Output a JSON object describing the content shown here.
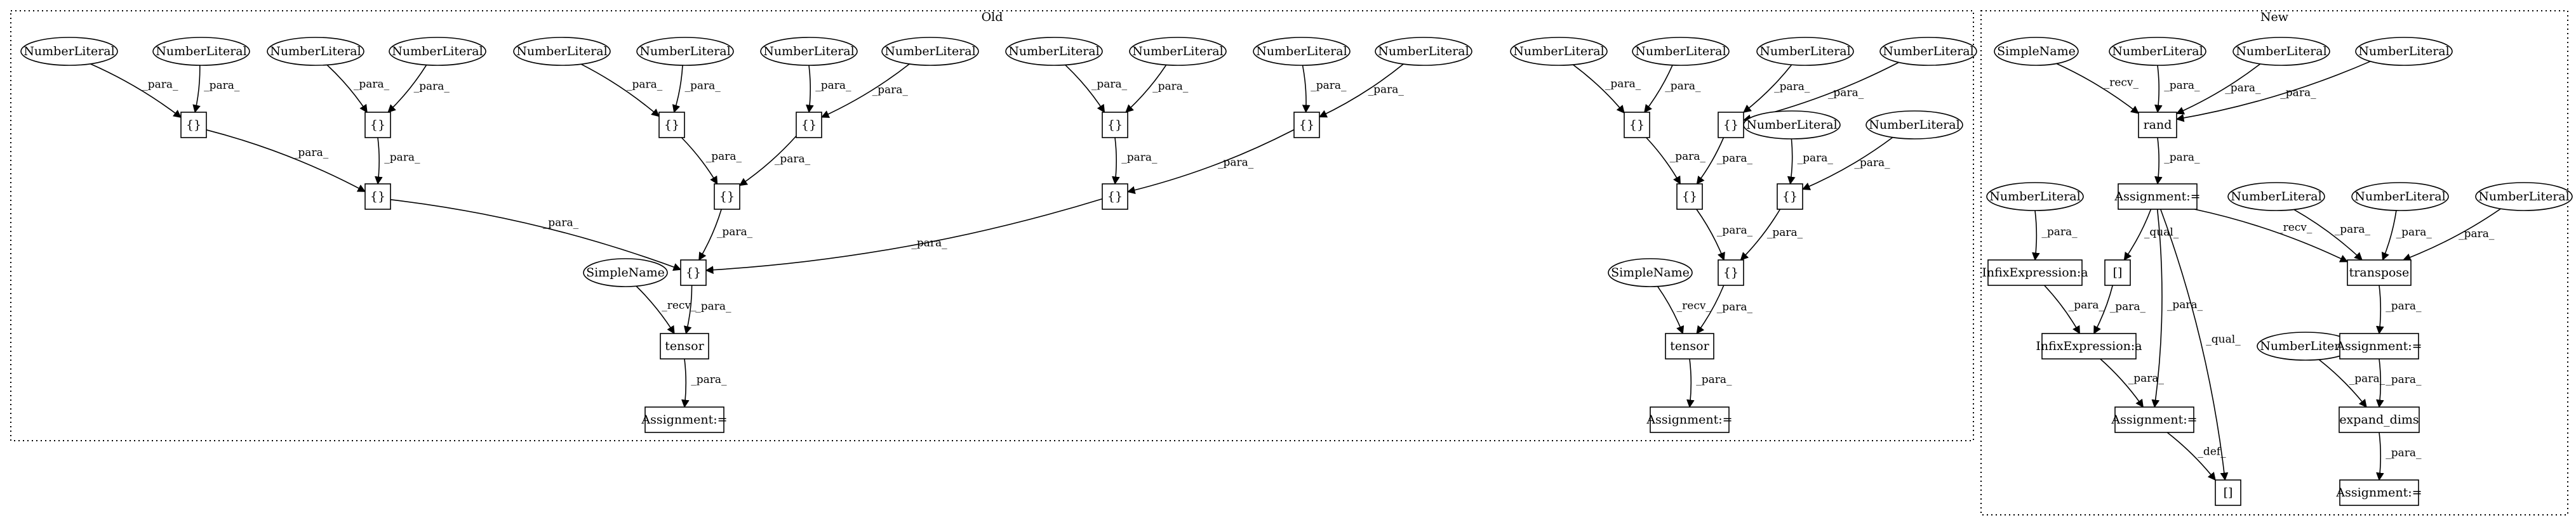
{
  "clusters": [
    {
      "id": "old",
      "label": "Old"
    },
    {
      "id": "new",
      "label": "New"
    }
  ],
  "nodes": [
    {
      "id": "o_nl1",
      "label": "NumberLiteral"
    },
    {
      "id": "o_nl2",
      "label": "NumberLiteral"
    },
    {
      "id": "o_nl3",
      "label": "NumberLiteral"
    },
    {
      "id": "o_nl4",
      "label": "NumberLiteral"
    },
    {
      "id": "o_nl5",
      "label": "NumberLiteral"
    },
    {
      "id": "o_nl6",
      "label": "NumberLiteral"
    },
    {
      "id": "o_nl7",
      "label": "NumberLiteral"
    },
    {
      "id": "o_nl8",
      "label": "NumberLiteral"
    },
    {
      "id": "o_nl9",
      "label": "NumberLiteral"
    },
    {
      "id": "o_nl10",
      "label": "NumberLiteral"
    },
    {
      "id": "o_nl11",
      "label": "NumberLiteral"
    },
    {
      "id": "o_nl12",
      "label": "NumberLiteral"
    },
    {
      "id": "o_b1",
      "label": "{}"
    },
    {
      "id": "o_b2",
      "label": "{}"
    },
    {
      "id": "o_b3",
      "label": "{}"
    },
    {
      "id": "o_b4",
      "label": "{}"
    },
    {
      "id": "o_b5",
      "label": "{}"
    },
    {
      "id": "o_b6",
      "label": "{}"
    },
    {
      "id": "o_b7",
      "label": "{}"
    },
    {
      "id": "o_b8",
      "label": "{}"
    },
    {
      "id": "o_b9",
      "label": "{}"
    },
    {
      "id": "o_b10",
      "label": "{}"
    },
    {
      "id": "o_sn1",
      "label": "SimpleName"
    },
    {
      "id": "o_tensor1",
      "label": "tensor"
    },
    {
      "id": "o_assign1",
      "label": "Assignment:="
    },
    {
      "id": "o_nl13",
      "label": "NumberLiteral"
    },
    {
      "id": "o_nl14",
      "label": "NumberLiteral"
    },
    {
      "id": "o_nl15",
      "label": "NumberLiteral"
    },
    {
      "id": "o_nl16",
      "label": "NumberLiteral"
    },
    {
      "id": "o_nl17",
      "label": "NumberLiteral"
    },
    {
      "id": "o_nl18",
      "label": "NumberLiteral"
    },
    {
      "id": "o_b11",
      "label": "{}"
    },
    {
      "id": "o_b12",
      "label": "{}"
    },
    {
      "id": "o_b13",
      "label": "{}"
    },
    {
      "id": "o_b14",
      "label": "{}"
    },
    {
      "id": "o_b15",
      "label": "{}"
    },
    {
      "id": "o_sn2",
      "label": "SimpleName"
    },
    {
      "id": "o_tensor2",
      "label": "tensor"
    },
    {
      "id": "o_assign2",
      "label": "Assignment:="
    },
    {
      "id": "n_sn",
      "label": "SimpleName"
    },
    {
      "id": "n_nl1",
      "label": "NumberLiteral"
    },
    {
      "id": "n_nl2",
      "label": "NumberLiteral"
    },
    {
      "id": "n_nl3",
      "label": "NumberLiteral"
    },
    {
      "id": "n_rand",
      "label": "rand"
    },
    {
      "id": "n_assign1",
      "label": "Assignment:="
    },
    {
      "id": "n_nl4",
      "label": "NumberLiteral"
    },
    {
      "id": "n_nl5",
      "label": "NumberLiteral"
    },
    {
      "id": "n_nl6",
      "label": "NumberLiteral"
    },
    {
      "id": "n_nl7",
      "label": "NumberLiteral"
    },
    {
      "id": "n_infix1",
      "label": "InfixExpression:a"
    },
    {
      "id": "n_idx1",
      "label": "[]"
    },
    {
      "id": "n_transpose",
      "label": "transpose"
    },
    {
      "id": "n_infix2",
      "label": "InfixExpression:a"
    },
    {
      "id": "n_assign2",
      "label": "Assignment:="
    },
    {
      "id": "n_nl8",
      "label": "NumberLiteral"
    },
    {
      "id": "n_expand",
      "label": "expand_dims"
    },
    {
      "id": "n_assign3",
      "label": "Assignment:="
    },
    {
      "id": "n_idx2",
      "label": "[]"
    },
    {
      "id": "n_assign4",
      "label": "Assignment:="
    }
  ],
  "edges": [
    {
      "from": "o_nl1",
      "to": "o_b1",
      "label": "_para_"
    },
    {
      "from": "o_nl2",
      "to": "o_b1",
      "label": "_para_"
    },
    {
      "from": "o_nl3",
      "to": "o_b2",
      "label": "_para_"
    },
    {
      "from": "o_nl4",
      "to": "o_b2",
      "label": "_para_"
    },
    {
      "from": "o_nl5",
      "to": "o_b3",
      "label": "_para_"
    },
    {
      "from": "o_nl6",
      "to": "o_b3",
      "label": "_para_"
    },
    {
      "from": "o_nl7",
      "to": "o_b4",
      "label": "_para_"
    },
    {
      "from": "o_nl8",
      "to": "o_b4",
      "label": "_para_"
    },
    {
      "from": "o_nl9",
      "to": "o_b5",
      "label": "_para_"
    },
    {
      "from": "o_nl10",
      "to": "o_b5",
      "label": "_para_"
    },
    {
      "from": "o_nl11",
      "to": "o_b6",
      "label": "_para_"
    },
    {
      "from": "o_nl12",
      "to": "o_b6",
      "label": "_para_"
    },
    {
      "from": "o_b1",
      "to": "o_b7",
      "label": "_para_"
    },
    {
      "from": "o_b2",
      "to": "o_b7",
      "label": "_para_"
    },
    {
      "from": "o_b3",
      "to": "o_b8",
      "label": "_para_"
    },
    {
      "from": "o_b4",
      "to": "o_b8",
      "label": "_para_"
    },
    {
      "from": "o_b5",
      "to": "o_b9",
      "label": "_para_"
    },
    {
      "from": "o_b6",
      "to": "o_b9",
      "label": "_para_"
    },
    {
      "from": "o_b7",
      "to": "o_b10",
      "label": "_para_"
    },
    {
      "from": "o_b8",
      "to": "o_b10",
      "label": "_para_"
    },
    {
      "from": "o_b9",
      "to": "o_b10",
      "label": "_para_"
    },
    {
      "from": "o_sn1",
      "to": "o_tensor1",
      "label": "_recv_"
    },
    {
      "from": "o_b10",
      "to": "o_tensor1",
      "label": "_para_"
    },
    {
      "from": "o_tensor1",
      "to": "o_assign1",
      "label": "_para_"
    },
    {
      "from": "o_nl13",
      "to": "o_b11",
      "label": "_para_"
    },
    {
      "from": "o_nl14",
      "to": "o_b11",
      "label": "_para_"
    },
    {
      "from": "o_nl15",
      "to": "o_b12",
      "label": "_para_"
    },
    {
      "from": "o_nl16",
      "to": "o_b12",
      "label": "_para_"
    },
    {
      "from": "o_nl17",
      "to": "o_b14",
      "label": "_para_"
    },
    {
      "from": "o_nl18",
      "to": "o_b14",
      "label": "_para_"
    },
    {
      "from": "o_b11",
      "to": "o_b13",
      "label": "_para_"
    },
    {
      "from": "o_b12",
      "to": "o_b13",
      "label": "_para_"
    },
    {
      "from": "o_b13",
      "to": "o_b15",
      "label": "_para_"
    },
    {
      "from": "o_b14",
      "to": "o_b15",
      "label": "_para_"
    },
    {
      "from": "o_sn2",
      "to": "o_tensor2",
      "label": "_recv_"
    },
    {
      "from": "o_b15",
      "to": "o_tensor2",
      "label": "_para_"
    },
    {
      "from": "o_tensor2",
      "to": "o_assign2",
      "label": "_para_"
    },
    {
      "from": "n_sn",
      "to": "n_rand",
      "label": "_recv_"
    },
    {
      "from": "n_nl1",
      "to": "n_rand",
      "label": "_para_"
    },
    {
      "from": "n_nl2",
      "to": "n_rand",
      "label": "_para_"
    },
    {
      "from": "n_nl3",
      "to": "n_rand",
      "label": "_para_"
    },
    {
      "from": "n_rand",
      "to": "n_assign1",
      "label": "_para_"
    },
    {
      "from": "n_nl4",
      "to": "n_infix1",
      "label": "_para_"
    },
    {
      "from": "n_assign1",
      "to": "n_idx1",
      "label": "_qual_"
    },
    {
      "from": "n_assign1",
      "to": "n_transpose",
      "label": "_recv_"
    },
    {
      "from": "n_nl5",
      "to": "n_transpose",
      "label": "_para_"
    },
    {
      "from": "n_nl6",
      "to": "n_transpose",
      "label": "_para_"
    },
    {
      "from": "n_nl7",
      "to": "n_transpose",
      "label": "_para_"
    },
    {
      "from": "n_infix1",
      "to": "n_infix2",
      "label": "_para_"
    },
    {
      "from": "n_idx1",
      "to": "n_infix2",
      "label": "_para_"
    },
    {
      "from": "n_assign1",
      "to": "n_assign2",
      "label": "_para_"
    },
    {
      "from": "n_infix2",
      "to": "n_assign2",
      "label": "_para_"
    },
    {
      "from": "n_transpose",
      "to": "n_assign3",
      "label": "_para_"
    },
    {
      "from": "n_nl8",
      "to": "n_expand",
      "label": "_para_"
    },
    {
      "from": "n_assign3",
      "to": "n_expand",
      "label": "_para_"
    },
    {
      "from": "n_expand",
      "to": "n_assign4",
      "label": "_para_"
    },
    {
      "from": "n_assign2",
      "to": "n_idx2",
      "label": "_def_"
    },
    {
      "from": "n_assign1",
      "to": "n_idx2",
      "label": "_qual_"
    }
  ]
}
